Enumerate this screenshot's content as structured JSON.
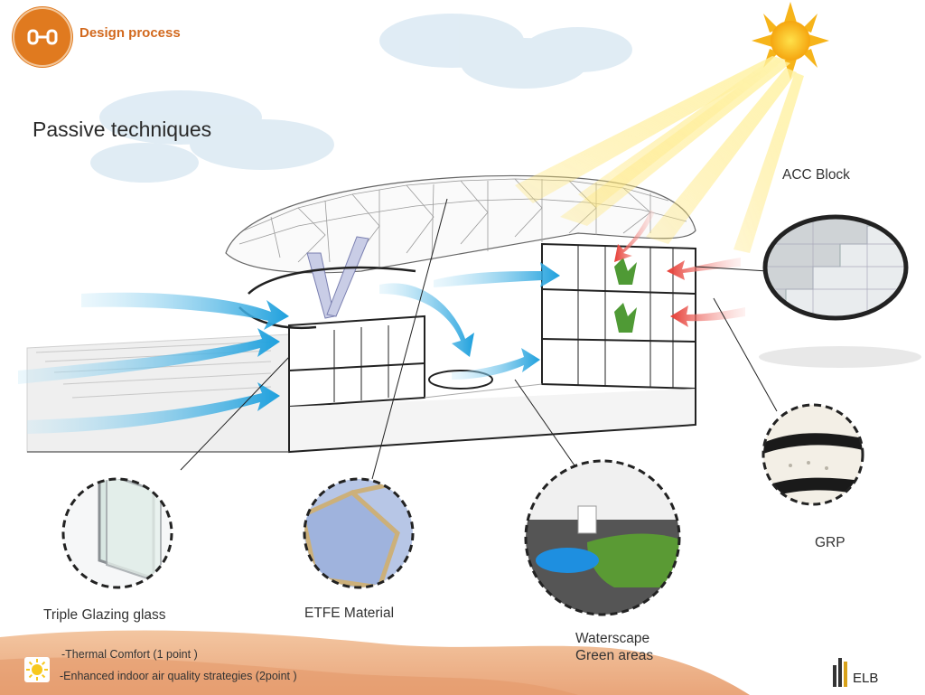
{
  "header": {
    "title": "Design process",
    "logo_icon": "link-nodes-icon",
    "accent_color": "#e07a1f"
  },
  "subtitle": "Passive techniques",
  "labels": {
    "acc_block": "ACC Block",
    "grp": "GRP",
    "triple_glazing": "Triple Glazing glass",
    "etfe": "ETFE Material",
    "waterscape": "Waterscape",
    "green_areas": "Green areas"
  },
  "notes": {
    "thermal": "-Thermal Comfort (1 point )",
    "air_quality": "-Enhanced indoor air quality strategies (2point )"
  },
  "brand": {
    "name": "ELB"
  },
  "colors": {
    "wind": "#29a9e0",
    "heat": "#e8473f",
    "sun": "#f7c81e",
    "sand": "#e8a87a"
  }
}
